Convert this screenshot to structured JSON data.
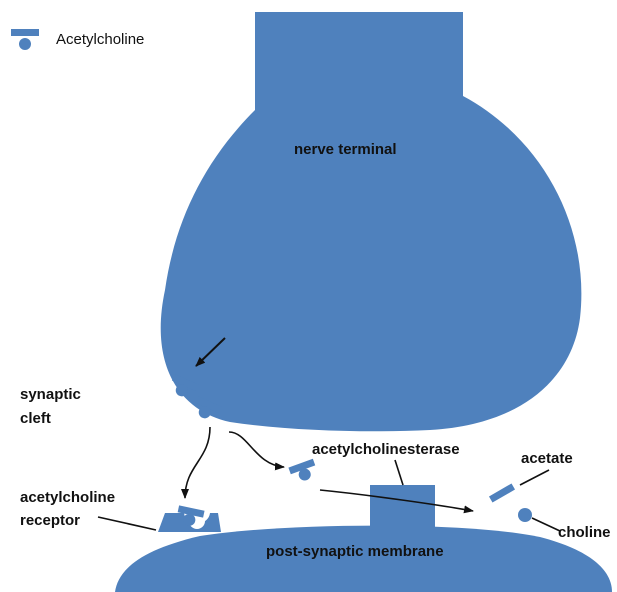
{
  "legend": {
    "label": "Acetylcholine",
    "icon": "acetylcholine-icon"
  },
  "labels": {
    "nerve_terminal": "nerve terminal",
    "synaptic_cleft_line1": "synaptic",
    "synaptic_cleft_line2": "cleft",
    "acetylcholinesterase": "acetylcholinesterase",
    "acetate": "acetate",
    "choline": "choline",
    "receptor_line1": "acetylcholine",
    "receptor_line2": "receptor",
    "post_synaptic_membrane": "post-synaptic membrane"
  },
  "colors": {
    "structure": "#4F81BD",
    "arrow": "#111111",
    "background": "#FFFFFF"
  }
}
